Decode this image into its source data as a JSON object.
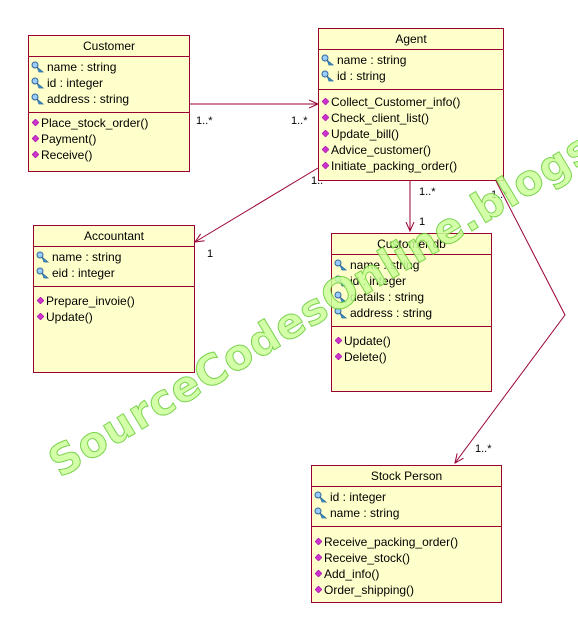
{
  "classes": {
    "customer": {
      "name": "Customer",
      "attributes": [
        "name : string",
        "id : integer",
        "address : string"
      ],
      "operations": [
        "Place_stock_order()",
        "Payment()",
        "Receive()"
      ]
    },
    "agent": {
      "name": "Agent",
      "attributes": [
        "name : string",
        "id : string"
      ],
      "operations": [
        "Collect_Customer_info()",
        "Check_client_list()",
        "Update_bill()",
        "Advice_customer()",
        "Initiate_packing_order()"
      ]
    },
    "accountant": {
      "name": "Accountant",
      "attributes": [
        "name : string",
        "eid : integer"
      ],
      "operations": [
        "Prepare_invoie()",
        "Update()"
      ]
    },
    "customerdb": {
      "name": "Customer db",
      "attributes": [
        "name : string",
        "id : integer",
        "details : string",
        "address : string"
      ],
      "operations": [
        "Update()",
        "Delete()"
      ]
    },
    "stockperson": {
      "name": "Stock Person",
      "attributes": [
        "id : integer",
        "name : string"
      ],
      "operations": [
        "Receive_packing_order()",
        "Receive_stock()",
        "Add_info()",
        "Order_shipping()"
      ]
    }
  },
  "multiplicities": {
    "customer_agent_source": "1..*",
    "customer_agent_target": "1..*",
    "agent_accountant_source": "1..",
    "agent_accountant_target": "1",
    "agent_customerdb_source": "1..*",
    "agent_customerdb_target": "1",
    "agent_stockperson_source": "1..*",
    "agent_stockperson_target": "1..*"
  },
  "watermark": "SourceCodesOnline.blogspot.com",
  "colors": {
    "class_fill": "#ffffcc",
    "class_border": "#990033",
    "association_line": "#990033",
    "operation_icon": "#cc33cc",
    "attribute_icon": "#3399cc",
    "watermark": "#ccff99"
  },
  "icons": {
    "attribute": "attribute-key-icon",
    "operation": "operation-diamond-icon"
  }
}
